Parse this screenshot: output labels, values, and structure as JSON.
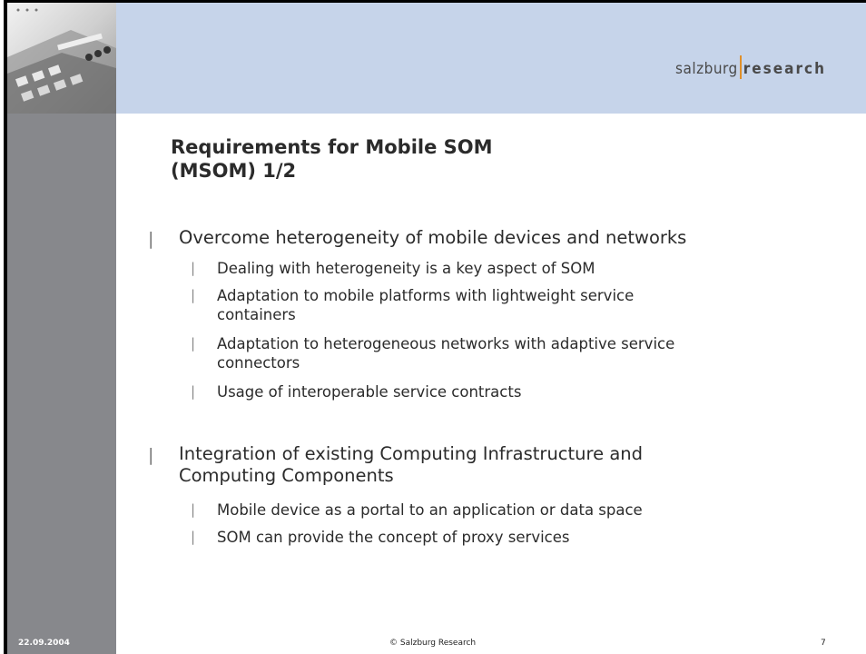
{
  "header": {
    "logo_part1": "salzburg",
    "logo_part2": "research"
  },
  "slide": {
    "title_line1": "Requirements for Mobile SOM",
    "title_line2": "(MSOM) 1/2",
    "bullet_mark": "|",
    "bullets": [
      {
        "lines": [
          "Overcome heterogeneity of mobile devices and networks"
        ],
        "subs": [
          {
            "lines": [
              "Dealing with heterogeneity is a key aspect of SOM"
            ]
          },
          {
            "lines": [
              "Adaptation to mobile platforms with lightweight service",
              "containers"
            ]
          },
          {
            "lines": [
              "Adaptation to heterogeneous networks with adaptive service",
              "connectors"
            ]
          },
          {
            "lines": [
              "Usage of interoperable service contracts"
            ]
          }
        ]
      },
      {
        "lines": [
          "Integration of existing Computing Infrastructure and",
          "Computing Components"
        ],
        "subs": [
          {
            "lines": [
              "Mobile device as a portal to an application or data space"
            ]
          },
          {
            "lines": [
              "SOM can provide the concept of proxy services"
            ]
          }
        ]
      }
    ]
  },
  "footer": {
    "date": "22.09.2004",
    "copyright": "© Salzburg Research",
    "page_number": "7"
  },
  "colors": {
    "header_band": "#c6d4ea",
    "sidebar": "#87888c",
    "logo_accent": "#e0902a"
  }
}
